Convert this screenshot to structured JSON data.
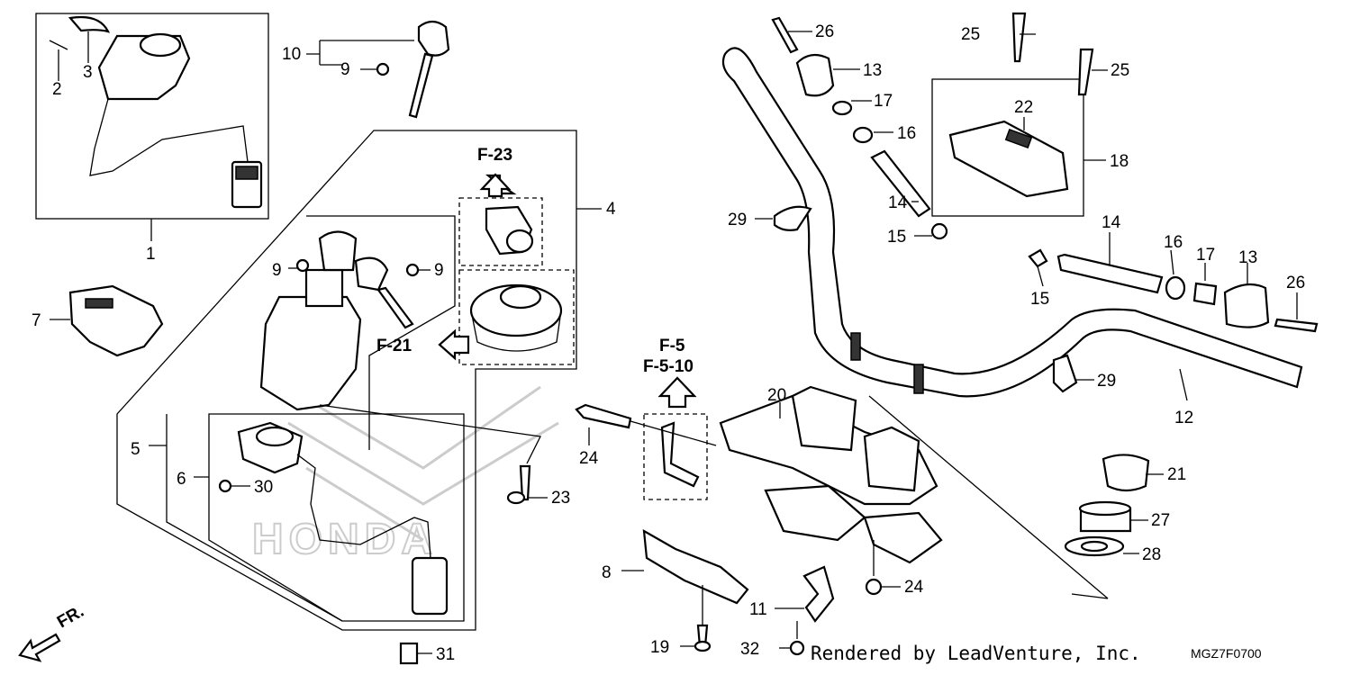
{
  "callouts": [
    "1",
    "2",
    "3",
    "4",
    "5",
    "6",
    "7",
    "8",
    "9",
    "10",
    "11",
    "12",
    "13",
    "14",
    "15",
    "16",
    "17",
    "18",
    "19",
    "20",
    "21",
    "22",
    "23",
    "24",
    "25",
    "26",
    "27",
    "28",
    "29",
    "30",
    "31",
    "32"
  ],
  "refs": {
    "f23": "F-23",
    "f21": "F-21",
    "f5": "F-5",
    "f510": "F-5-10"
  },
  "direction_label": "FR.",
  "credit": "Rendered by LeadVenture, Inc.",
  "diagram_code": "MGZ7F0700",
  "watermark_text": "HONDA",
  "colors": {
    "line": "#000000",
    "background": "#ffffff",
    "watermark": "#cccccc"
  }
}
